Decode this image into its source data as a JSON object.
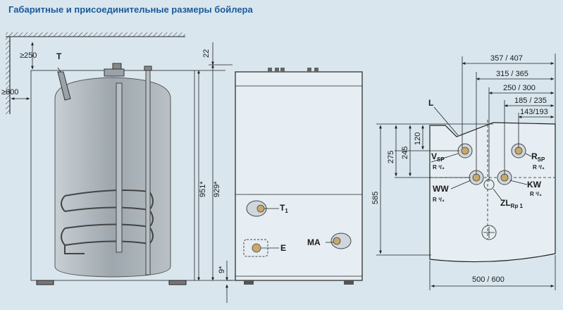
{
  "title": "Габаритные и присоединительные размеры бойлера",
  "dims": {
    "ge250": "≥250",
    "ge600": "≥600",
    "d22": "22",
    "d951": "951*",
    "d929": "929*",
    "d9": "9*",
    "d357": "357 / 407",
    "d315": "315 / 365",
    "d250": "250 / 300",
    "d185": "185 / 235",
    "d143": "143/193",
    "d120": "120",
    "d245": "245",
    "d275": "275",
    "d585": "585",
    "d500": "500 / 600"
  },
  "labels": {
    "T": "T",
    "T1": "T",
    "T1_sub": "1",
    "E": "E",
    "MA": "MA",
    "L": "L",
    "V": "V",
    "V_sub": "SP",
    "V_thread": "R ³/₄",
    "R": "R",
    "R_sub": "SP",
    "R_thread": "R ³/₄",
    "WW": "WW",
    "WW_thread": "R ³/₄",
    "KW": "KW",
    "KW_thread": "R ³/₄",
    "ZL": "ZL",
    "ZL_sub": "Rp 1"
  },
  "colors": {
    "background": "#d9e6ee",
    "title": "#1a5a9a",
    "tank": "#a9b2b8",
    "line": "#222222"
  }
}
